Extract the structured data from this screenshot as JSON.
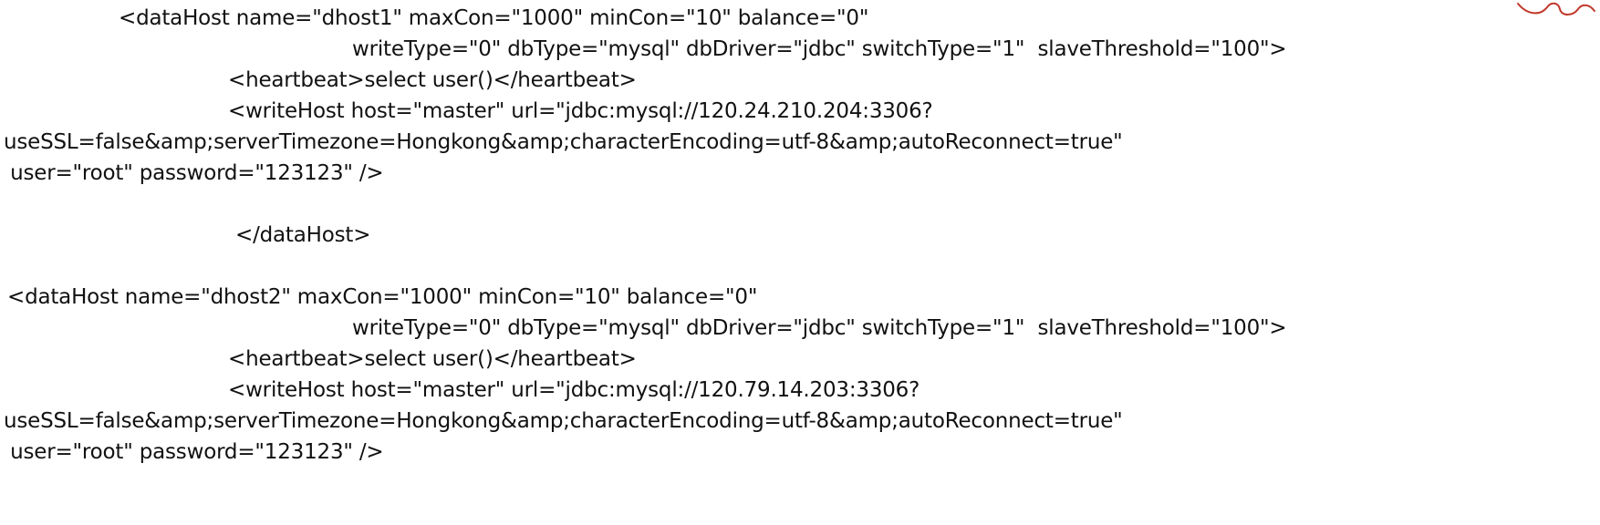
{
  "document": {
    "lines": [
      "<dataHost name=\"dhost1\" maxCon=\"1000\" minCon=\"10\" balance=\"0\"",
      "writeType=\"0\" dbType=\"mysql\" dbDriver=\"jdbc\" switchType=\"1\"  slaveThreshold=\"100\">",
      "<heartbeat>select user()</heartbeat>",
      "<writeHost host=\"master\" url=\"jdbc:mysql://120.24.210.204:3306?",
      "useSSL=false&amp;serverTimezone=Hongkong&amp;characterEncoding=utf-8&amp;autoReconnect=true\"",
      " user=\"root\" password=\"123123\" />",
      "</dataHost>",
      "<dataHost name=\"dhost2\" maxCon=\"1000\" minCon=\"10\" balance=\"0\"",
      "writeType=\"0\" dbType=\"mysql\" dbDriver=\"jdbc\" switchType=\"1\"  slaveThreshold=\"100\">",
      "<heartbeat>select user()</heartbeat>",
      "<writeHost host=\"master\" url=\"jdbc:mysql://120.79.14.203:3306?",
      "useSSL=false&amp;serverTimezone=Hongkong&amp;characterEncoding=utf-8&amp;autoReconnect=true\"",
      " user=\"root\" password=\"123123\" />"
    ]
  },
  "colors": {
    "text": "#111111",
    "background": "#ffffff",
    "doodle": "#c0392b"
  },
  "icons": {
    "corner": "red-scribble-icon"
  }
}
